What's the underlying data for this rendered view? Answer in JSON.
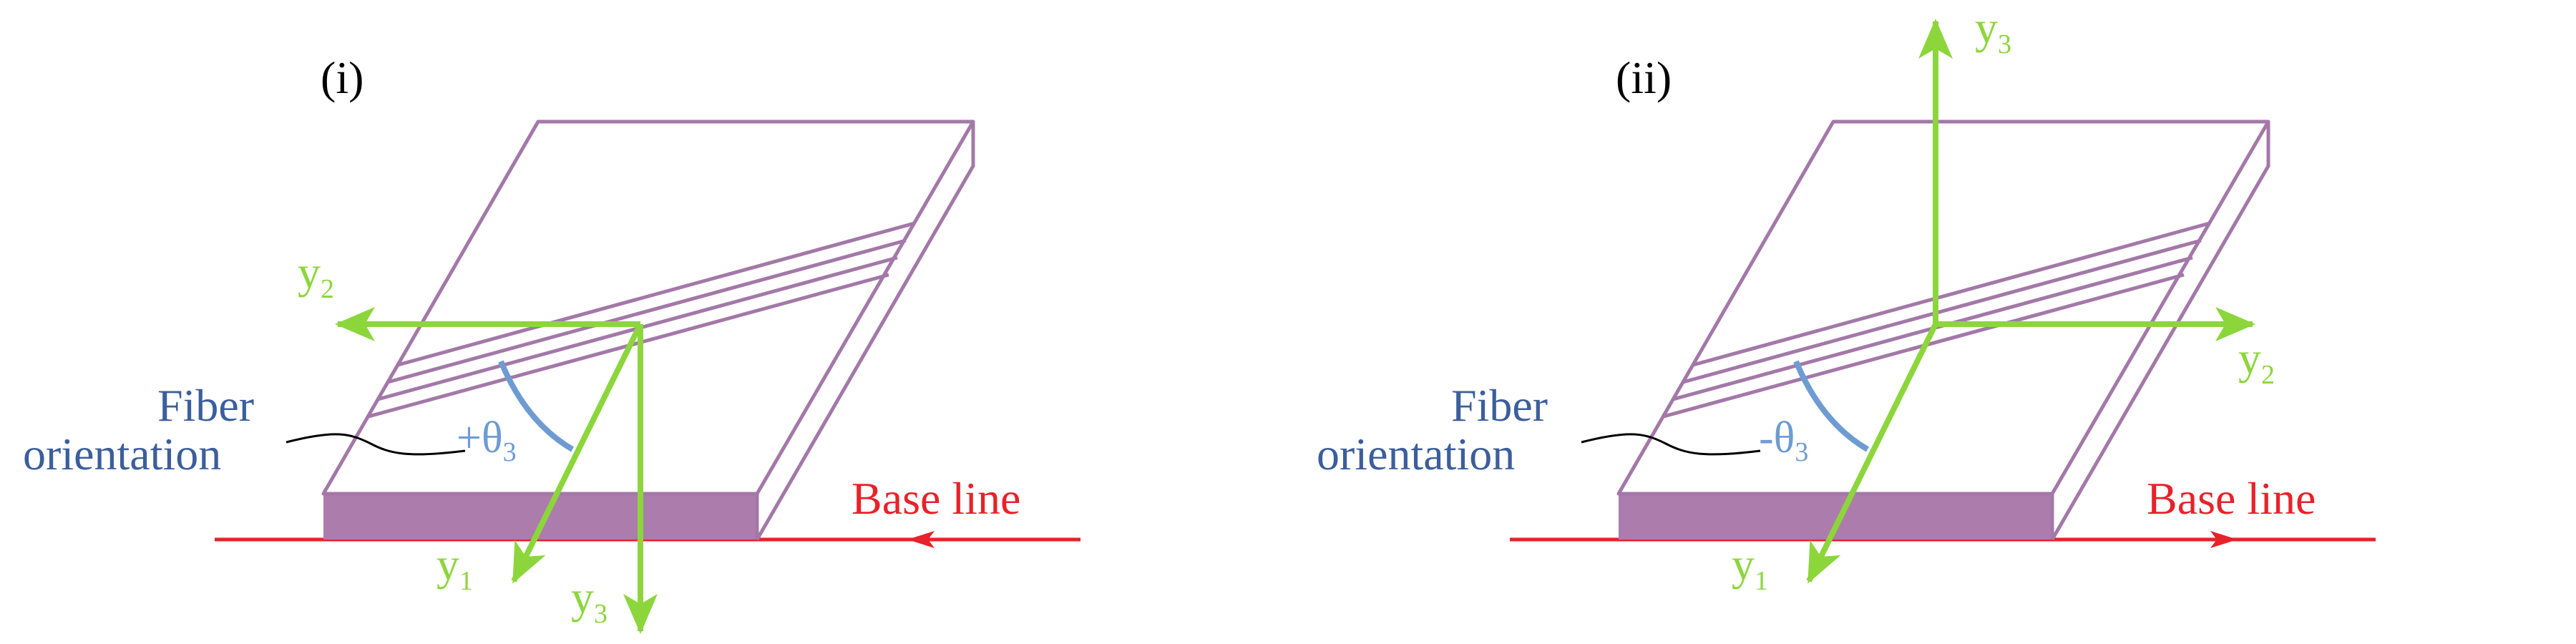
{
  "colors": {
    "axis": "#8CD63C",
    "plate_outline": "#A378A8",
    "plate_base": "#AC7CAC",
    "fiber_label": "#3C5E9C",
    "arc": "#6E9CD2",
    "theta": "#6E9CD2",
    "base_line": "#E8222A",
    "text": "#000000"
  },
  "panels": [
    {
      "id": "i",
      "label": "(i)",
      "fiber_label_line1": "Fiber",
      "fiber_label_line2": "orientation",
      "theta_prefix": "+θ",
      "theta_sub": "3",
      "base_line_label": "Base line",
      "base_line_arrow": "pointing-left",
      "axes": [
        {
          "name": "y",
          "sub": "1"
        },
        {
          "name": "y",
          "sub": "2"
        },
        {
          "name": "y",
          "sub": "3"
        }
      ]
    },
    {
      "id": "ii",
      "label": "(ii)",
      "fiber_label_line1": "Fiber",
      "fiber_label_line2": "orientation",
      "theta_prefix": "-θ",
      "theta_sub": "3",
      "base_line_label": "Base line",
      "base_line_arrow": "pointing-right",
      "axes": [
        {
          "name": "y",
          "sub": "1"
        },
        {
          "name": "y",
          "sub": "2"
        },
        {
          "name": "y",
          "sub": "3"
        }
      ]
    }
  ]
}
